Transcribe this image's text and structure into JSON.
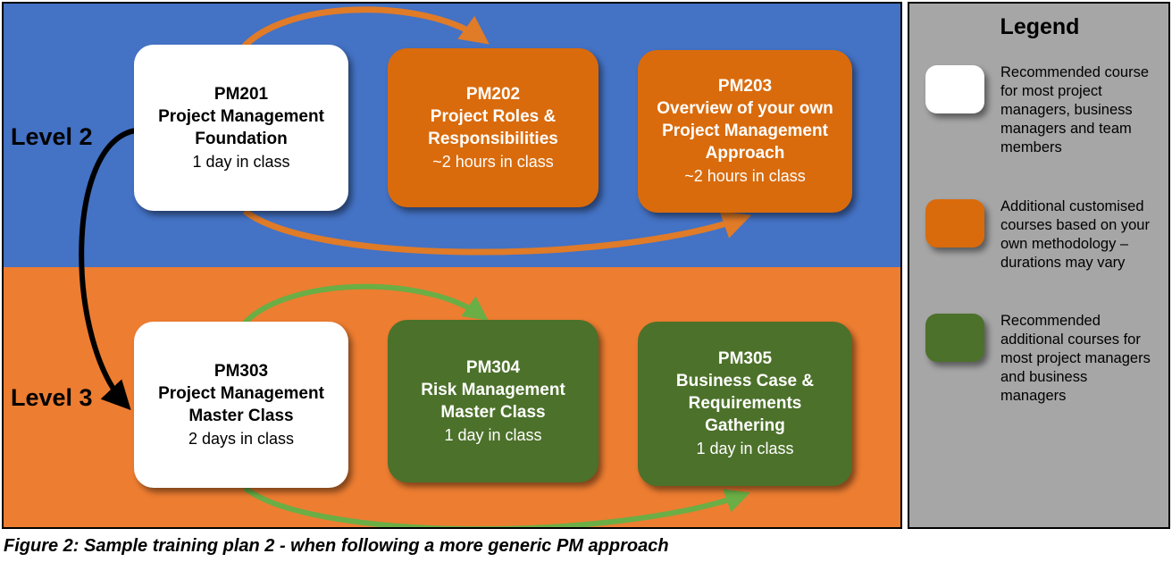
{
  "caption": "Figure 2: Sample training plan 2 - when following a more generic PM approach",
  "levels": [
    {
      "label": "Level 2",
      "band_color": "#4472C4",
      "courses": [
        {
          "code": "PM201",
          "title": "Project Management Foundation",
          "duration": "1 day in class",
          "style": "white"
        },
        {
          "code": "PM202",
          "title": "Project Roles & Responsibilities",
          "duration": "~2 hours in class",
          "style": "orange"
        },
        {
          "code": "PM203",
          "title": "Overview of your own Project Management Approach",
          "duration": "~2 hours in class",
          "style": "orange"
        }
      ]
    },
    {
      "label": "Level 3",
      "band_color": "#ED7D31",
      "courses": [
        {
          "code": "PM303",
          "title": "Project Management Master Class",
          "duration": "2 days in class",
          "style": "white"
        },
        {
          "code": "PM304",
          "title": "Risk Management Master Class",
          "duration": "1 day in class",
          "style": "green"
        },
        {
          "code": "PM305",
          "title": "Business Case & Requirements Gathering",
          "duration": "1 day in class",
          "style": "green"
        }
      ]
    }
  ],
  "legend": {
    "title": "Legend",
    "items": [
      {
        "swatch": "white-box",
        "text": "Recommended course for most project managers, business managers and team members"
      },
      {
        "swatch": "orange-box",
        "text": "Additional customised courses based on your own methodology – durations may vary"
      },
      {
        "swatch": "green-box",
        "text": "Recommended additional courses for most project managers and business managers"
      }
    ]
  },
  "colors": {
    "level2_band": "#4472C4",
    "level3_band": "#ED7D31",
    "course_white": "#FFFFFF",
    "course_orange": "#D96B0C",
    "course_green": "#4C712A",
    "legend_bg": "#A6A6A6",
    "arrow_orange": "#E07B28",
    "arrow_green": "#6AAE45",
    "arrow_black": "#000000"
  }
}
